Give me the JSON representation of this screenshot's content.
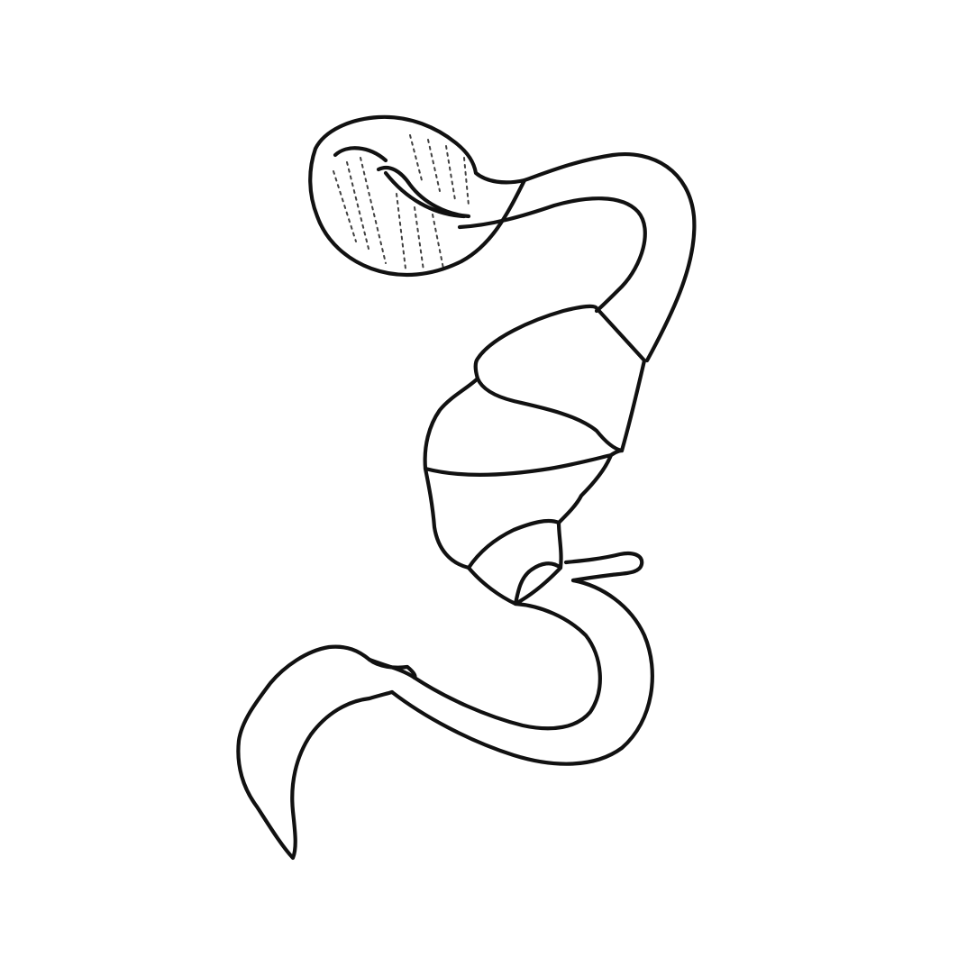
{
  "illustration": {
    "subject": "stippled-organic-specimen",
    "style": "pen-and-ink stipple",
    "colors": {
      "background": "#ffffff",
      "ink": "#111111"
    },
    "parts": [
      {
        "name": "spiral-coil-head"
      },
      {
        "name": "upper-curved-tube"
      },
      {
        "name": "segmented-body"
      },
      {
        "name": "side-spur"
      },
      {
        "name": "lower-curved-tube"
      },
      {
        "name": "hooked-tail"
      }
    ]
  }
}
